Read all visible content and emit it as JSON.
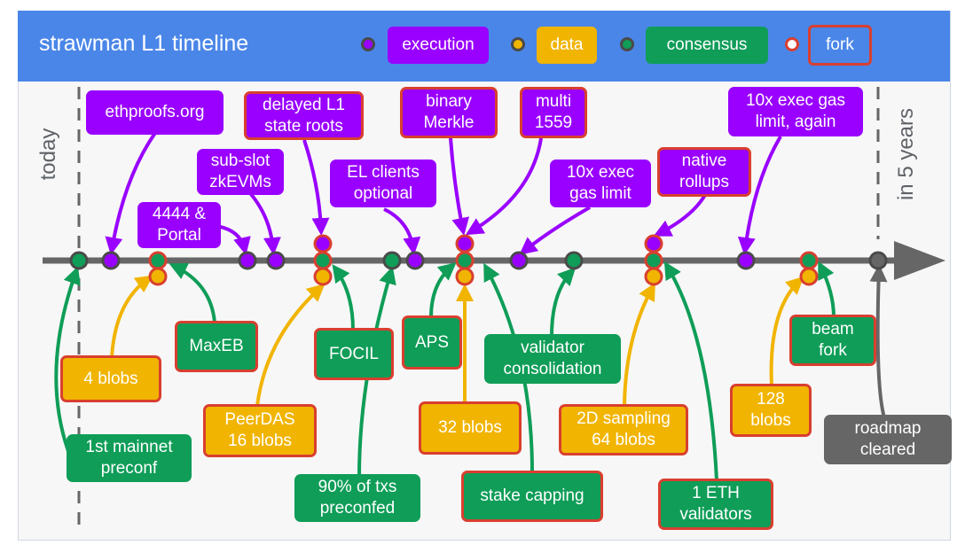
{
  "header": {
    "title": "strawman L1 timeline",
    "legend": [
      {
        "label": "execution",
        "color": "#9900ff"
      },
      {
        "label": "data",
        "color": "#f1b400"
      },
      {
        "label": "consensus",
        "color": "#0f9d58"
      },
      {
        "label": "fork",
        "color": "#d93f2f"
      }
    ]
  },
  "timeline": {
    "start_label": "today",
    "end_label": "in 5 years"
  },
  "events": [
    {
      "label": "ethproofs.org",
      "kind": "execution",
      "fork": false
    },
    {
      "label": "4444 &\nPortal",
      "kind": "execution",
      "fork": false
    },
    {
      "label": "sub-slot\nzkEVMs",
      "kind": "execution",
      "fork": false
    },
    {
      "label": "delayed L1\nstate roots",
      "kind": "execution",
      "fork": true
    },
    {
      "label": "EL clients\noptional",
      "kind": "execution",
      "fork": false
    },
    {
      "label": "binary\nMerkle",
      "kind": "execution",
      "fork": true
    },
    {
      "label": "multi\n1559",
      "kind": "execution",
      "fork": true
    },
    {
      "label": "10x exec\ngas limit",
      "kind": "execution",
      "fork": false
    },
    {
      "label": "native\nrollups",
      "kind": "execution",
      "fork": true
    },
    {
      "label": "10x exec gas\nlimit, again",
      "kind": "execution",
      "fork": false
    },
    {
      "label": "1st mainnet\npreconf",
      "kind": "consensus",
      "fork": false
    },
    {
      "label": "4 blobs",
      "kind": "data",
      "fork": true
    },
    {
      "label": "MaxEB",
      "kind": "consensus",
      "fork": true
    },
    {
      "label": "PeerDAS\n16 blobs",
      "kind": "data",
      "fork": true
    },
    {
      "label": "FOCIL",
      "kind": "consensus",
      "fork": true
    },
    {
      "label": "90% of txs\npreconfed",
      "kind": "consensus",
      "fork": false
    },
    {
      "label": "APS",
      "kind": "consensus",
      "fork": true
    },
    {
      "label": "32 blobs",
      "kind": "data",
      "fork": true
    },
    {
      "label": "validator\nconsolidation",
      "kind": "consensus",
      "fork": false
    },
    {
      "label": "stake capping",
      "kind": "consensus",
      "fork": true
    },
    {
      "label": "2D sampling\n64 blobs",
      "kind": "data",
      "fork": true
    },
    {
      "label": "1 ETH\nvalidators",
      "kind": "consensus",
      "fork": true
    },
    {
      "label": "128\nblobs",
      "kind": "data",
      "fork": true
    },
    {
      "label": "beam\nfork",
      "kind": "consensus",
      "fork": true
    },
    {
      "label": "roadmap\ncleared",
      "kind": "other",
      "fork": false
    }
  ]
}
